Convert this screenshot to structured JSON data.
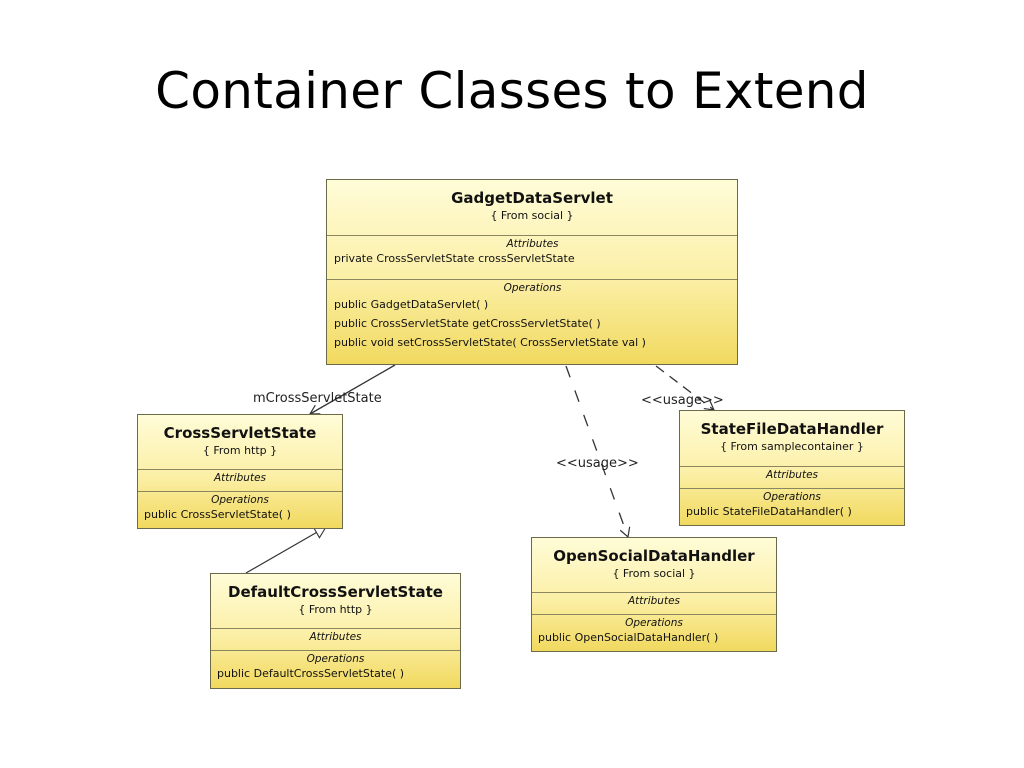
{
  "slide": {
    "title": "Container Classes to Extend"
  },
  "classes": {
    "gadget": {
      "name": "GadgetDataServlet",
      "stereotype": "{ From social }",
      "attributes_title": "Attributes",
      "attributes": [
        "private CrossServletState crossServletState"
      ],
      "operations_title": "Operations",
      "operations": [
        "public GadgetDataServlet( )",
        "public CrossServletState  getCrossServletState( )",
        "public void  setCrossServletState( CrossServletState val )"
      ]
    },
    "cross": {
      "name": "CrossServletState",
      "stereotype": "{ From http }",
      "attributes_title": "Attributes",
      "operations_title": "Operations",
      "operations": [
        "public CrossServletState( )"
      ]
    },
    "default": {
      "name": "DefaultCrossServletState",
      "stereotype": "{ From http }",
      "attributes_title": "Attributes",
      "operations_title": "Operations",
      "operations": [
        "public DefaultCrossServletState( )"
      ]
    },
    "statefile": {
      "name": "StateFileDataHandler",
      "stereotype": "{ From samplecontainer }",
      "attributes_title": "Attributes",
      "operations_title": "Operations",
      "operations": [
        "public StateFileDataHandler( )"
      ]
    },
    "opensocial": {
      "name": "OpenSocialDataHandler",
      "stereotype": "{ From social }",
      "attributes_title": "Attributes",
      "operations_title": "Operations",
      "operations": [
        "public OpenSocialDataHandler( )"
      ]
    }
  },
  "edges": {
    "association_label": "mCrossServletState",
    "usage_statefile_label": "<<usage>>",
    "usage_opensocial_label": "<<usage>>"
  }
}
